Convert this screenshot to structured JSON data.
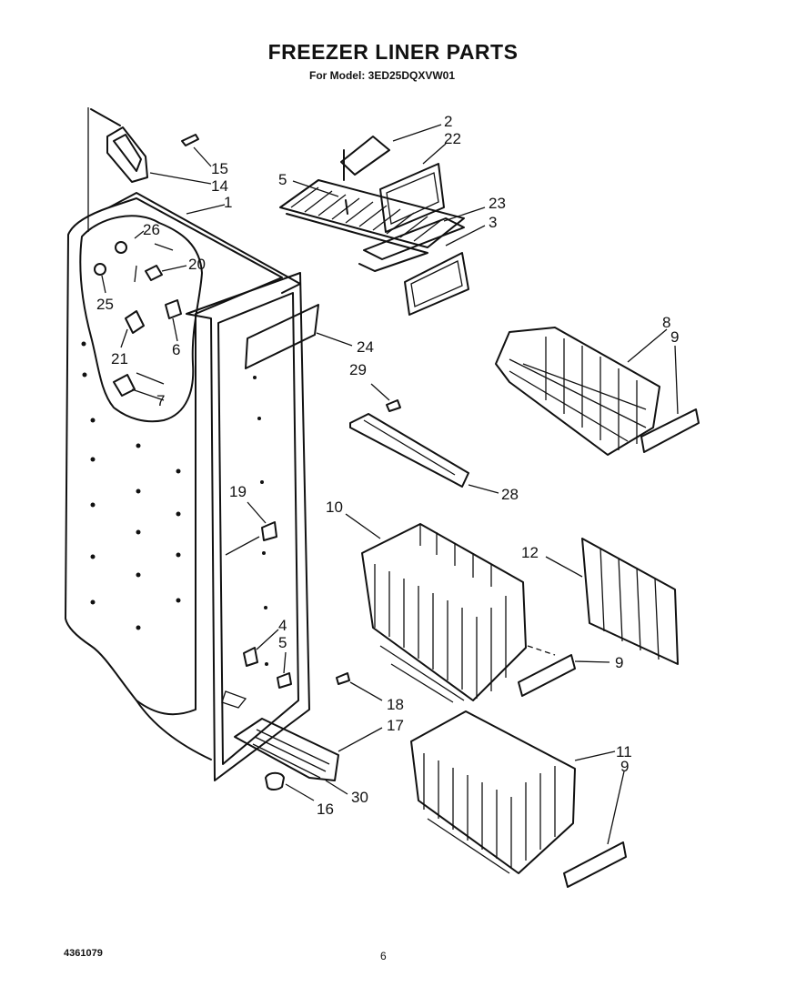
{
  "title": "FREEZER LINER PARTS",
  "subtitle": "For Model: 3ED25DQXVW01",
  "footer": {
    "doc_number": "4361079",
    "page_number": "6"
  },
  "callouts": {
    "c1": "1",
    "c2": "2",
    "c3": "3",
    "c4": "4",
    "c5a": "5",
    "c5b": "5",
    "c6": "6",
    "c7": "7",
    "c8": "8",
    "c9a": "9",
    "c9b": "9",
    "c9c": "9",
    "c10": "10",
    "c11": "11",
    "c12": "12",
    "c14": "14",
    "c15": "15",
    "c16": "16",
    "c17": "17",
    "c18": "18",
    "c19": "19",
    "c20": "20",
    "c21": "21",
    "c22": "22",
    "c23": "23",
    "c24": "24",
    "c25": "25",
    "c26": "26",
    "c28": "28",
    "c29": "29",
    "c30": "30"
  }
}
